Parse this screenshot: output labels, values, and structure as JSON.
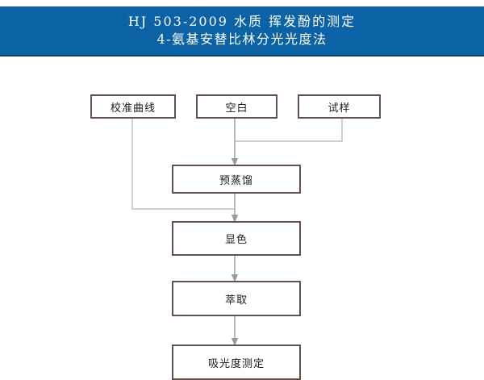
{
  "title": {
    "line1": "HJ 503-2009 水质 挥发酚的测定",
    "line2": "4-氨基安替比林分光光度法",
    "background_color": "#0b62a4",
    "text_color": "#ffffff"
  },
  "diagram": {
    "type": "flowchart",
    "box_border_color": "#64504a",
    "box_fill_color": "#ffffff",
    "connector_color": "#a9a9a9",
    "nodes": [
      {
        "id": "calibration",
        "label": "校准曲线",
        "row": "top",
        "column": "left"
      },
      {
        "id": "blank",
        "label": "空白",
        "row": "top",
        "column": "center"
      },
      {
        "id": "sample",
        "label": "试样",
        "row": "top",
        "column": "right"
      },
      {
        "id": "predistill",
        "label": "预蒸馏",
        "row": "step-1",
        "column": "center"
      },
      {
        "id": "color",
        "label": "显色",
        "row": "step-2",
        "column": "center"
      },
      {
        "id": "extract",
        "label": "萃取",
        "row": "step-3",
        "column": "center"
      },
      {
        "id": "absorbance",
        "label": "吸光度测定",
        "row": "step-4",
        "column": "center"
      }
    ],
    "edges": [
      {
        "from": "blank",
        "to": "predistill",
        "style": "straight-arrow"
      },
      {
        "from": "sample",
        "to": "predistill",
        "style": "elbow-arrow"
      },
      {
        "from": "predistill",
        "to": "color",
        "style": "straight-arrow"
      },
      {
        "from": "calibration",
        "to": "color",
        "style": "elbow-arrow"
      },
      {
        "from": "color",
        "to": "extract",
        "style": "straight-arrow"
      },
      {
        "from": "extract",
        "to": "absorbance",
        "style": "straight-arrow"
      }
    ]
  }
}
